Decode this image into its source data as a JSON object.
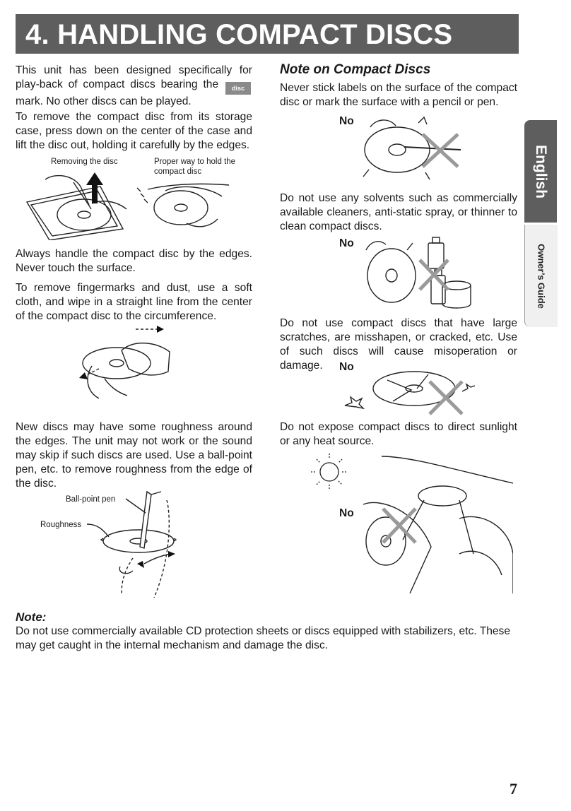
{
  "title": "4. HANDLING COMPACT DISCS",
  "left": {
    "para1_before": "This unit has been designed specifically for play-back of compact discs bearing the",
    "para1_after": "mark. No other discs can be played.",
    "para2": "To remove the compact disc from its storage case, press down on the center of the case and lift the disc out, holding it carefully by the edges.",
    "caption_removing": "Removing the disc",
    "caption_proper": "Proper way to hold the compact disc",
    "para3": "Always handle the compact disc by the edges. Never touch the surface.",
    "para4": "To remove fingermarks and dust, use a soft cloth, and wipe in a straight line from the center of the compact disc to the circumference.",
    "para5": "New discs may have some roughness around the edges. The unit may not work or the sound may skip if such discs are used. Use a ball-point pen, etc. to remove roughness from the edge of the disc.",
    "caption_pen": "Ball-point pen",
    "caption_roughness": "Roughness"
  },
  "right": {
    "heading": "Note on Compact Discs",
    "para1": "Never stick labels on the surface of the compact disc or mark the surface with a pencil or pen.",
    "para2": "Do not use any solvents such as commercially available cleaners, anti-static spray, or thinner to clean compact discs.",
    "para3": "Do not use compact discs that have large scratches, are misshapen, or cracked, etc. Use of such discs will cause misoperation or damage.",
    "para4": "Do not expose compact discs to direct sunlight or any heat source.",
    "no_label": "No"
  },
  "note": {
    "heading": "Note:",
    "text": "Do not use commercially available CD protection sheets or discs equipped with stabilizers, etc. These may get caught in the internal mechanism and damage the disc."
  },
  "side_tabs": {
    "english": "English",
    "owners_guide": "Owner’s Guide"
  },
  "page_number": "7",
  "icons": [
    "compact-disc-logo-icon",
    "cross-mark-icon",
    "sun-icon"
  ],
  "colors": {
    "title_bg": "#5e5e5e",
    "cross": "#9a9a9a"
  }
}
